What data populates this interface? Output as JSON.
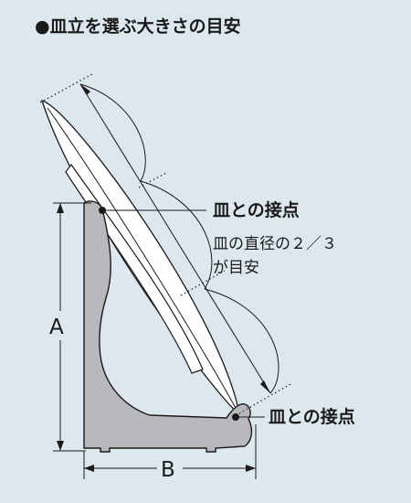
{
  "title": "●皿立を選ぶ大きさの目安",
  "callouts": {
    "top_contact": "皿との接点",
    "ratio_line1": "皿の直径の２／３",
    "ratio_line2": "が目安",
    "bottom_contact": "皿との接点"
  },
  "dimensions": {
    "height_label": "A",
    "width_label": "B"
  },
  "colors": {
    "background": "#dde8ee",
    "stand_fill": "#b9b9bd",
    "plate_fill": "#ffffff",
    "ink": "#1a1a1a"
  }
}
